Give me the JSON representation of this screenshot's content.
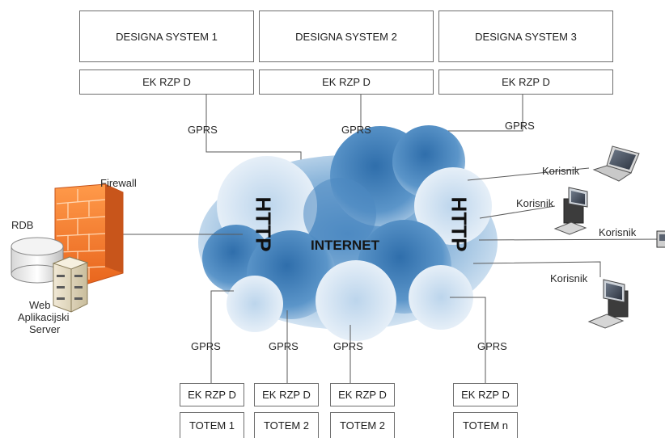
{
  "systems": [
    {
      "title": "DESIGNA SYSTEM 1",
      "device": "EK RZP D"
    },
    {
      "title": "DESIGNA SYSTEM 2",
      "device": "EK RZP D"
    },
    {
      "title": "DESIGNA SYSTEM 3",
      "device": "EK RZP D"
    }
  ],
  "gprs_label": "GPRS",
  "cloud": {
    "label": "INTERNET",
    "http_label": "HTTP"
  },
  "firewall_label": "Firewall",
  "rdb_label": "RDB",
  "server_label": {
    "line1": "Web",
    "line2": "Aplikacijski",
    "line3": "Server"
  },
  "users": [
    "Korisnik",
    "Korisnik",
    "Korisnik",
    "Korisnik"
  ],
  "totems": [
    {
      "device": "EK RZP D",
      "name": "TOTEM 1"
    },
    {
      "device": "EK RZP D",
      "name": "TOTEM 2"
    },
    {
      "device": "EK RZP D",
      "name": "TOTEM 2"
    },
    {
      "device": "EK RZP D",
      "name": "TOTEM n"
    }
  ],
  "colors": {
    "firewall": "#f07a2a",
    "cloud_light": "#dbe9f5",
    "cloud_dark": "#3f7fb9",
    "line": "#505050"
  }
}
